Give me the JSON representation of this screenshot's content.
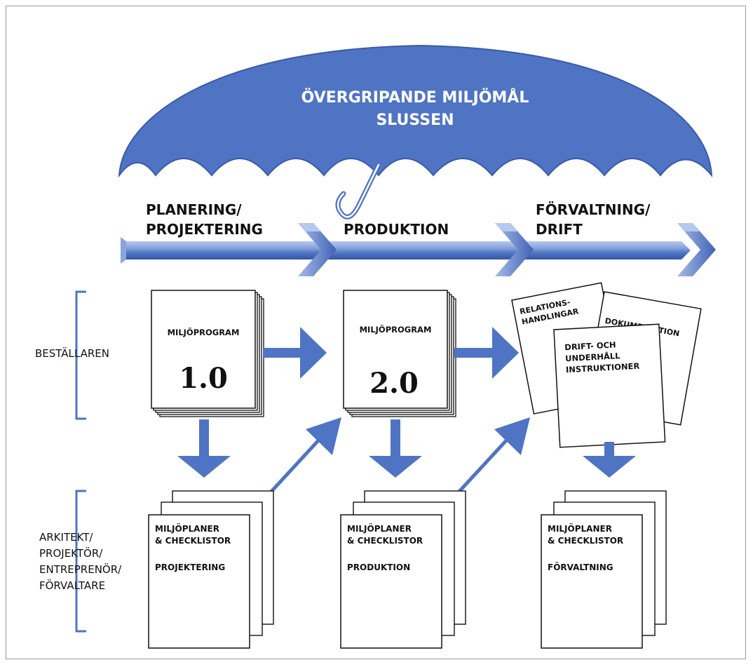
{
  "umbrella": {
    "line1": "ÖVERGRIPANDE MILJÖMÅL",
    "line2": "SLUSSEN",
    "color": "#4f74c3"
  },
  "phases": [
    {
      "line1": "PLANERING/",
      "line2": "PROJEKTERING"
    },
    {
      "line1": "PRODUKTION",
      "line2": ""
    },
    {
      "line1": "FÖRVALTNING/",
      "line2": "DRIFT"
    }
  ],
  "roles": {
    "client": "BESTÄLLAREN",
    "others": [
      "ARKITEKT/",
      "PROJEKTÖR/",
      "ENTREPRENÖR/",
      "FÖRVALTARE"
    ]
  },
  "programs": [
    {
      "title": "MILJÖPROGRAM",
      "version": "1.0"
    },
    {
      "title": "MILJÖPROGRAM",
      "version": "2.0"
    }
  ],
  "handover_docs": {
    "relations": [
      "RELATIONS-",
      "HANDLINGAR"
    ],
    "documentation": "DOKUMENTATION",
    "instructions": [
      "DRIFT- OCH",
      "UNDERHÅLL",
      "INSTRUKTIONER"
    ]
  },
  "plans": [
    {
      "line1": "MILJÖPLANER",
      "line2": "& CHECKLISTOR",
      "phase": "PROJEKTERING"
    },
    {
      "line1": "MILJÖPLANER",
      "line2": "& CHECKLISTOR",
      "phase": "PRODUKTION"
    },
    {
      "line1": "MILJÖPLANER",
      "line2": "& CHECKLISTOR",
      "phase": "FÖRVALTNING"
    }
  ],
  "colors": {
    "arrow": "#4f74c3",
    "arrow_light": "#9db3e3",
    "bracket": "#4f74c3",
    "text": "#111111"
  }
}
